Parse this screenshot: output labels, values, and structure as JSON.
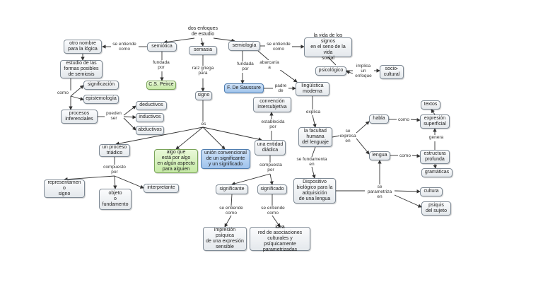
{
  "nodes": {
    "root": "dos enfoques\nde estudio",
    "semiotica": "semiótica",
    "semasia": "semasia",
    "semiologia": "semiología",
    "otro_nombre": "otro nombre\npara la lógica",
    "estudio_formas": "estudio de las\nformas posibles\nde semiosis",
    "significacion": "significación",
    "epistemologia": "epistemología",
    "procesos": "procesos\ninferenciales",
    "deductivos": "deductivos",
    "inductivos": "inductivos",
    "abductivos": "abductivos",
    "peirce": "C.S. Peirce",
    "signo": "signo",
    "vida_signos": "la vida de los signos\nen el seno de la vida\nsocial",
    "psicologico": "psicológico",
    "socio_cultural": "socio-\ncultural",
    "saussure": "F. De Saussure",
    "linguistica": "lingüística\nmoderna",
    "convencion": "convención\nintersubjetiva",
    "facultad": "la facultad\nhumana\ndel lenguaje",
    "habla": "habla",
    "lenguа": "lengua",
    "textos": "textos",
    "expresion_superficial": "expresión\nsuperficial",
    "estructura_profunda": "estructura\nprofunda",
    "gramaticas": "gramáticas",
    "dispositivo": "Dispositivo\nbiológico para la\nadquisición\nde una lengua",
    "cultura": "cultura",
    "psiquis": "psiquis\ndel sujeto",
    "proceso_triadico": "un proceso\ntriádico",
    "algo_que": "algo que\nestá por algo\nen algún aspecto\npara alguien",
    "union": "unión convencional\nde un significante\ny un significado",
    "entidad": "una entidad\ndiádica",
    "representamen": "representamen\no\nsigno",
    "objeto": "objeto\no\nfundamento",
    "interpretante": "interpretante",
    "significante": "significante",
    "significado": "significado",
    "impresion": "impresión\npsíquica\nde una expresión\nsensible",
    "idea": "idea\nred de asociaciones\nculturales y psíquicamente\nparametrizadas"
  },
  "links": {
    "se_entiende_como_1": "se entiende\ncomo",
    "se_entiende_como_2": "se entiende\ncomo",
    "fundada_por_1": "fundada\npor",
    "fundada_por_2": "fundada\npor",
    "raiz_griega": "raíz griega\npara",
    "abarcaria": "abarcaría\na",
    "como": "como",
    "pueden_ser": "pueden\nser",
    "padre_de": "padre\nde",
    "implica": "implica\nun\nenfoque",
    "explica": "explica",
    "establecida_por": "establecida\npor",
    "se_expresa_en": "se\nexpresa\nen",
    "como_2": "como",
    "como_3": "como",
    "genera": "genera",
    "se_fundamenta_en": "se fundamenta\nen",
    "se_parametriza_en": "se\nparametriza\nen",
    "es": "es",
    "compuesto_por": "compuesto\npor",
    "compuesta_por": "compuesta\npor",
    "se_entiende_como_3": "se entiende\ncomo",
    "se_entiende_como_4": "se entiende\ncomo"
  },
  "colors": {
    "accent_green": "#c6eaa6",
    "accent_blue": "#9fc3ec",
    "line": "#333333"
  }
}
